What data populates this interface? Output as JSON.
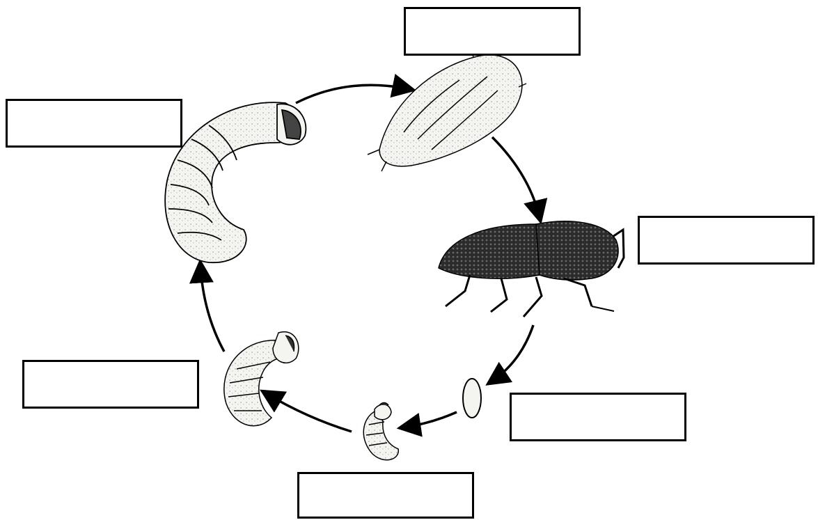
{
  "diagram": {
    "stages": [
      {
        "id": "pupa",
        "icon": "pupa-illustration",
        "label": ""
      },
      {
        "id": "adult",
        "icon": "beetle-illustration",
        "label": ""
      },
      {
        "id": "egg",
        "icon": "egg-illustration",
        "label": ""
      },
      {
        "id": "young-larva",
        "icon": "small-larva-illustration",
        "label": ""
      },
      {
        "id": "growing-larva",
        "icon": "medium-larva-illustration",
        "label": ""
      },
      {
        "id": "mature-larva",
        "icon": "large-larva-illustration",
        "label": ""
      }
    ],
    "colors": {
      "stroke": "#000000",
      "beetle": "#2b2b2b",
      "grub": "#f4f4f0",
      "background": "#ffffff"
    }
  }
}
